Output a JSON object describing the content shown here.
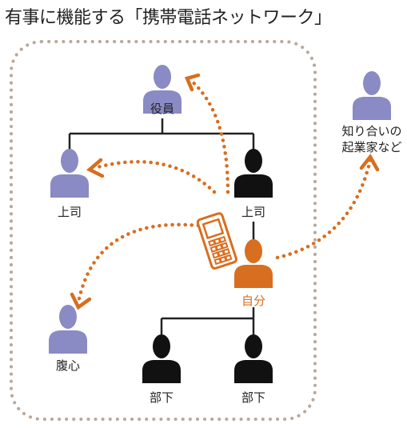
{
  "title": "有事に機能する「携帯電話ネットワーク」",
  "colors": {
    "purple": "#8a8ac4",
    "black": "#111111",
    "orange": "#d86e1f",
    "tree_line": "#222222",
    "boundary": "#b8a89a"
  },
  "nodes": {
    "executive": {
      "label": "役員"
    },
    "boss_left": {
      "label": "上司"
    },
    "boss_right": {
      "label": "上司"
    },
    "self": {
      "label": "自分"
    },
    "confidant": {
      "label": "腹心"
    },
    "subordinate_left": {
      "label": "部下"
    },
    "subordinate_right": {
      "label": "部下"
    },
    "outside": {
      "label_line1": "知り合いの",
      "label_line2": "起業家など"
    }
  },
  "icons": {
    "phone": "mobile-phone-icon",
    "person": "person-icon"
  }
}
